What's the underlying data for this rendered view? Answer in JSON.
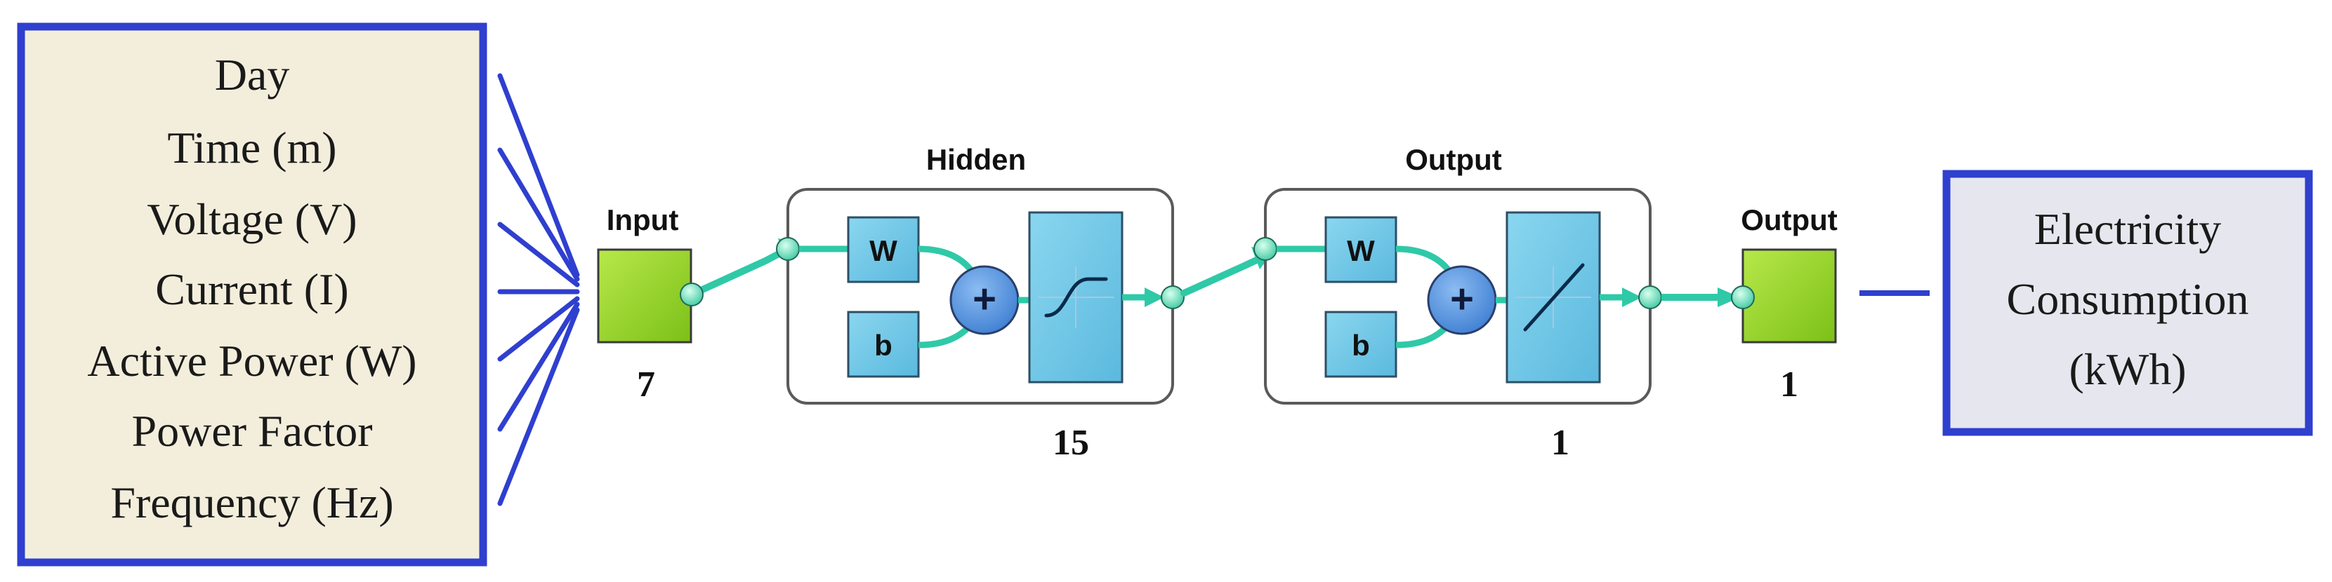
{
  "inputs_box": {
    "items": [
      "Day",
      "Time (m)",
      "Voltage (V)",
      "Current (I)",
      "Active Power (W)",
      "Power Factor",
      "Frequency (Hz)"
    ]
  },
  "input_node": {
    "label": "Input",
    "size": "7"
  },
  "hidden_layer": {
    "label": "Hidden",
    "neurons": "15",
    "weight_label": "W",
    "bias_label": "b",
    "sum_symbol": "+"
  },
  "output_layer": {
    "label": "Output",
    "neurons": "1",
    "weight_label": "W",
    "bias_label": "b",
    "sum_symbol": "+"
  },
  "output_node": {
    "label": "Output",
    "size": "1"
  },
  "output_box": {
    "lines": [
      "Electricity",
      "Consumption",
      "(kWh)"
    ]
  },
  "colors": {
    "box_border": "#2f3fcf",
    "inputs_fill": "#f3eedc",
    "output_fill": "#e6e6ee",
    "node_green": "#8fd020",
    "block_blue": "#6fc8e6",
    "sum_blue": "#4f8fde",
    "connector": "#2fc9a8"
  }
}
